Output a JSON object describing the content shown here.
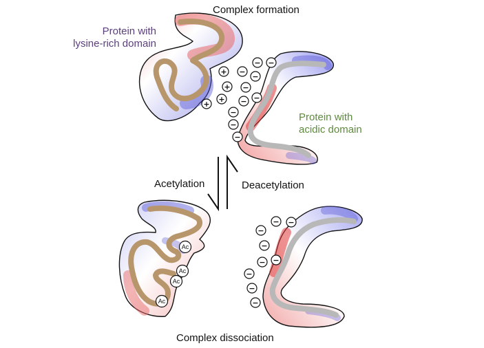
{
  "titles": {
    "top": "Complex formation",
    "bottom": "Complex dissociation"
  },
  "labels": {
    "lysine_protein": [
      "Protein with",
      "lysine-rich domain"
    ],
    "acidic_protein": [
      "Protein with",
      "acidic domain"
    ],
    "forward_reaction": "Acetylation",
    "reverse_reaction": "Deacetylation"
  },
  "symbols": {
    "positive": "+",
    "negative": "−",
    "acetyl": "Ac"
  },
  "colors": {
    "lysine_label": "#5a3f7c",
    "acidic_label": "#5d8a3c",
    "lysine_core": "#b8966c",
    "acidic_core": "#b8b8b8",
    "positive_surface": "#5b5bd6",
    "negative_surface": "#e03a3a",
    "outline": "#111111"
  }
}
